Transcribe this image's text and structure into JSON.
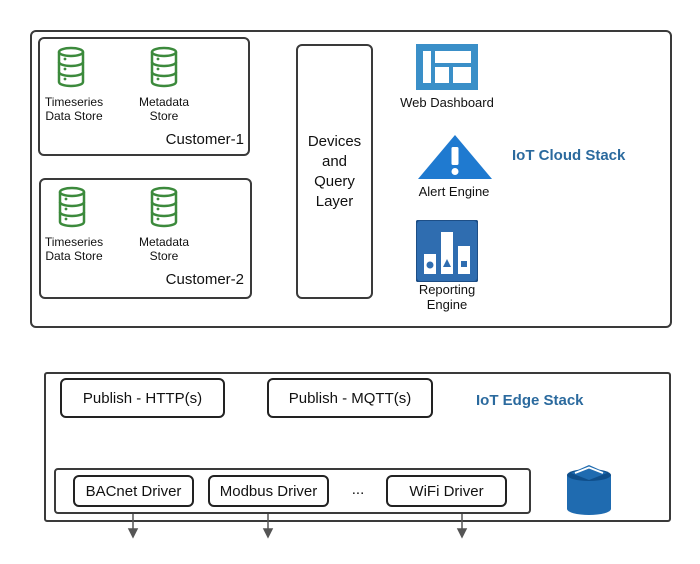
{
  "cloud": {
    "title": "IoT Cloud Stack",
    "customers": [
      {
        "name": "Customer-1",
        "store1": [
          "Timeseries",
          "Data Store"
        ],
        "store2": [
          "Metadata",
          "Store"
        ]
      },
      {
        "name": "Customer-2",
        "store1": [
          "Timeseries",
          "Data Store"
        ],
        "store2": [
          "Metadata",
          "Store"
        ]
      }
    ],
    "query_layer": [
      "Devices",
      "and",
      "Query",
      "Layer"
    ],
    "services": {
      "web_dashboard": "Web Dashboard",
      "alert_engine": "Alert Engine",
      "reporting_engine": [
        "Reporting",
        "Engine"
      ]
    }
  },
  "edge": {
    "title": "IoT Edge Stack",
    "publish": [
      "Publish - HTTP(s)",
      "Publish - MQTT(s)"
    ],
    "drivers": [
      "BACnet Driver",
      "Modbus Driver",
      "WiFi Driver"
    ],
    "ellipsis": "..."
  },
  "colors": {
    "db_green": "#3c8a3c",
    "dashboard_blue": "#3a8fc8",
    "alert_blue": "#1f7ad0",
    "report_blue": "#2f6db0",
    "edge_db_blue": "#1f6bb0",
    "title_blue": "#2b6a9e"
  }
}
